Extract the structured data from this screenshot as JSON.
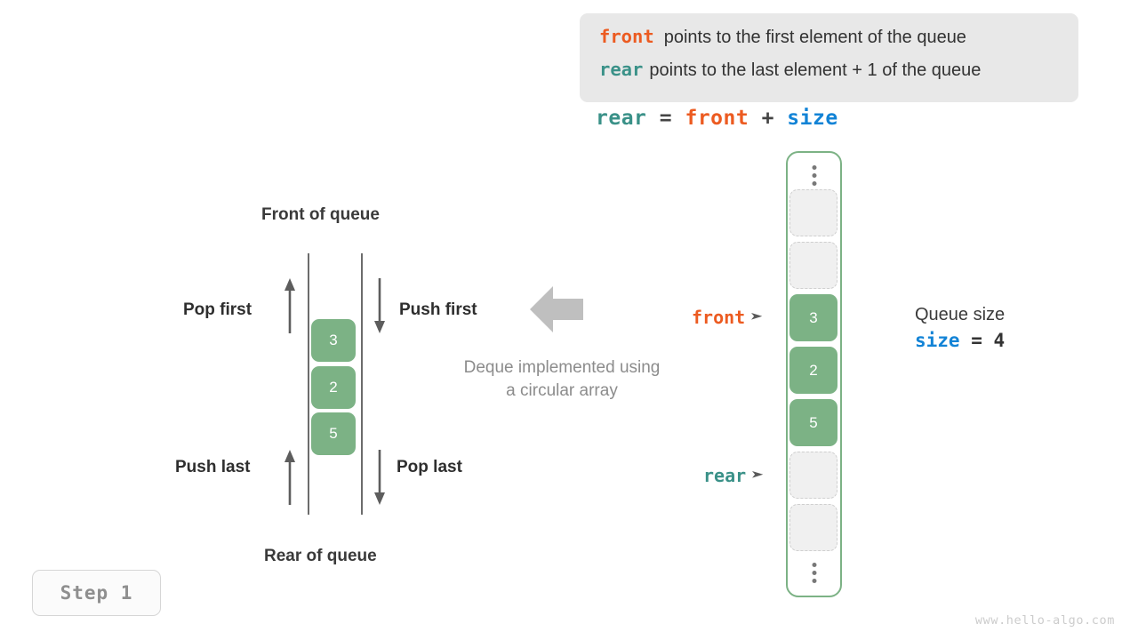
{
  "info_box": {
    "lines": [
      {
        "keyword": "front",
        "keyword_color": "#ec5b21",
        "text": "points to the first element of the queue"
      },
      {
        "keyword": "rear",
        "keyword_color": "#3a9188",
        "text": "points to the last element + 1 of the queue"
      }
    ],
    "background": "#e8e8e8"
  },
  "formula": {
    "lhs": "rear",
    "eq": "=",
    "rhs1": "front",
    "plus": "+",
    "rhs2": "size"
  },
  "deque": {
    "front_label": "Front of queue",
    "rear_label": "Rear of queue",
    "pop_first": "Pop first",
    "push_first": "Push first",
    "push_last": "Push last",
    "pop_last": "Pop last",
    "cells": [
      "3",
      "2",
      "5"
    ],
    "caption_line1": "Deque implemented using",
    "caption_line2": "a circular array",
    "cell_color": "#7cb285"
  },
  "array": {
    "border_color": "#7cb285",
    "slots": [
      {
        "value": "",
        "state": "empty"
      },
      {
        "value": "",
        "state": "empty"
      },
      {
        "value": "3",
        "state": "filled"
      },
      {
        "value": "2",
        "state": "filled"
      },
      {
        "value": "5",
        "state": "filled"
      },
      {
        "value": "",
        "state": "empty"
      },
      {
        "value": "",
        "state": "empty"
      }
    ],
    "pointers": {
      "front": {
        "label": "front",
        "color": "#ec5b21",
        "marker": "➤"
      },
      "rear": {
        "label": "rear",
        "color": "#3a9188",
        "marker": "➤"
      }
    }
  },
  "legend": {
    "title": "Queue size",
    "var": "size",
    "eq": "=",
    "value": "4",
    "var_color": "#1283d6"
  },
  "step_badge": "Step 1",
  "watermark": "www.hello-algo.com"
}
